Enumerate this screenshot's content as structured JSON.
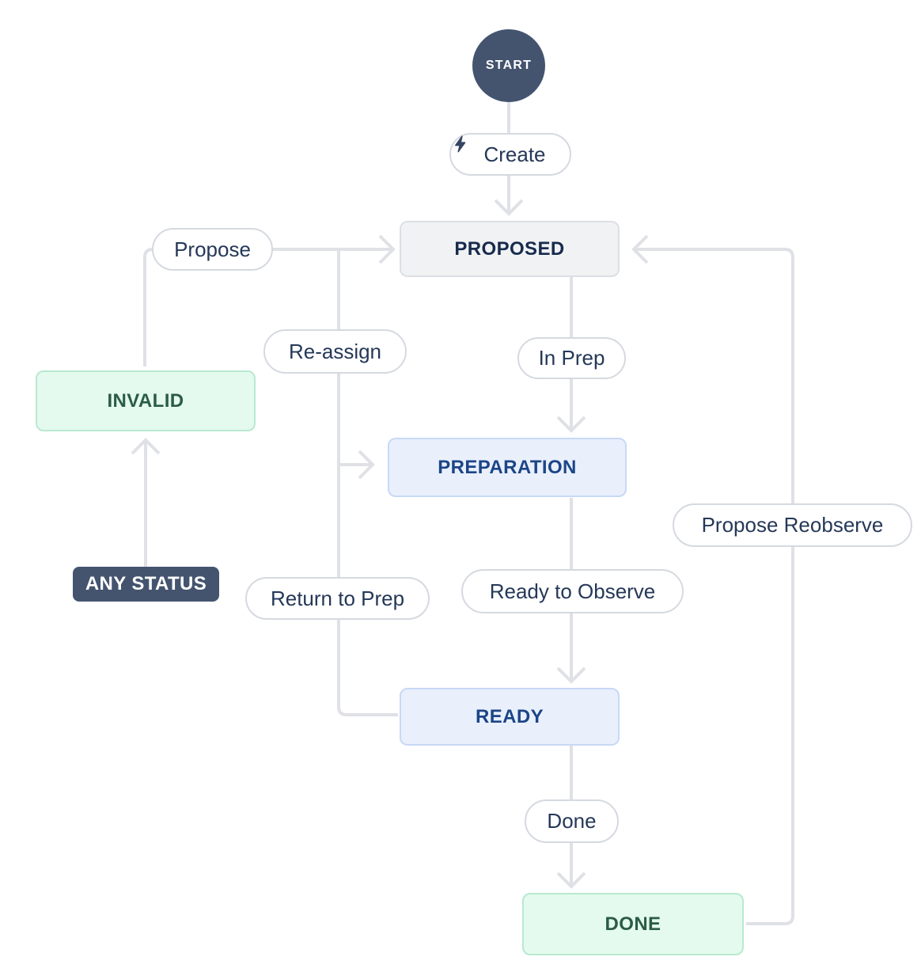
{
  "diagram": {
    "start_label": "START",
    "any_status_label": "ANY STATUS",
    "statuses": [
      {
        "id": "proposed",
        "label": "PROPOSED",
        "category": "neutral"
      },
      {
        "id": "preparation",
        "label": "PREPARATION",
        "category": "in-progress"
      },
      {
        "id": "ready",
        "label": "READY",
        "category": "in-progress"
      },
      {
        "id": "invalid",
        "label": "INVALID",
        "category": "done"
      },
      {
        "id": "done",
        "label": "DONE",
        "category": "done"
      }
    ],
    "transitions": [
      {
        "id": "create",
        "label": "Create",
        "icon": "lightning-icon"
      },
      {
        "id": "propose",
        "label": "Propose"
      },
      {
        "id": "in-prep",
        "label": "In Prep"
      },
      {
        "id": "re-assign",
        "label": "Re-assign"
      },
      {
        "id": "return-to-prep",
        "label": "Return to Prep"
      },
      {
        "id": "ready-to-observe",
        "label": "Ready to Observe"
      },
      {
        "id": "done",
        "label": "Done"
      },
      {
        "id": "propose-reobserve",
        "label": "Propose Reobserve"
      }
    ]
  },
  "colors": {
    "line": "#DFE1E6",
    "pill_border": "#D5D9E0",
    "pill_text": "#253858",
    "dark_node": "#44546F",
    "neutral_bg": "#F1F2F4",
    "neutral_border": "#DCDFE4",
    "neutral_text": "#172B4D",
    "blue_bg": "#E9F0FC",
    "blue_border": "#C7D9F6",
    "blue_text": "#1C4587",
    "green_bg": "#E4FAEE",
    "green_border": "#B9E9D0",
    "green_text": "#2B5C45"
  }
}
